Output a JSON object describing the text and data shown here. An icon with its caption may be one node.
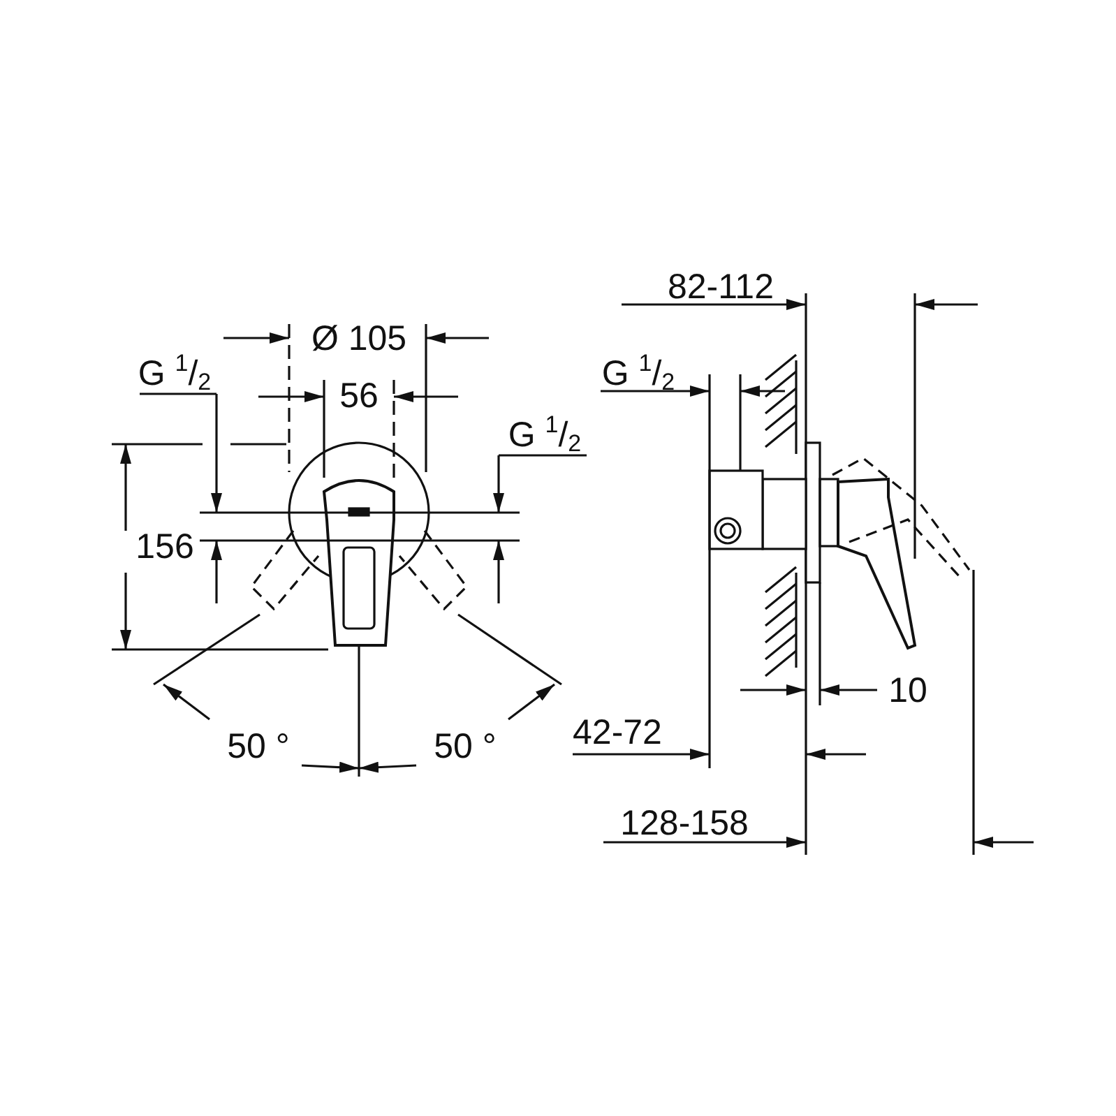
{
  "diagram": {
    "labels": [
      "82-112",
      "Ø 105",
      "G $^{1}$/$_{2}$",
      "G $^{1}$/$_{2}$",
      "56",
      "G $^{1}$/$_{2}$",
      "156",
      "10",
      "42-72",
      "50 °",
      "50 °",
      "128-158"
    ]
  }
}
